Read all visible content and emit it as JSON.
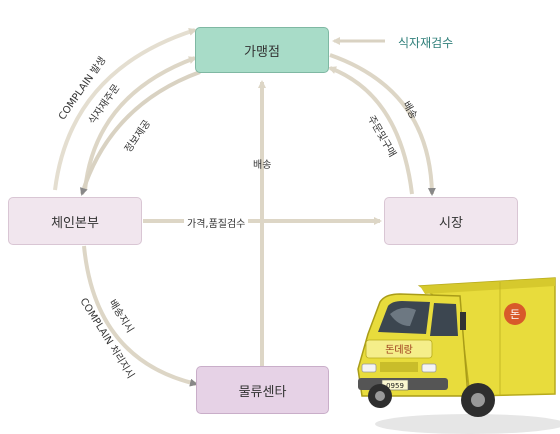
{
  "nodes": {
    "store": "가맹점",
    "hq": "체인본부",
    "market": "시장",
    "logistics": "물류센타"
  },
  "labels": {
    "inspection": "식자재검수",
    "complain_occur": "COMPLAIN 발생",
    "order": "식자재주문",
    "info": "정보제공",
    "delivery_right": "배송",
    "order_purchase": "주문및구매",
    "delivery_center": "배송",
    "price_quality": "가격,품질검수",
    "delivery_instruction": "배송지시",
    "complain_handle": "COMPLAIN 처리지시"
  },
  "truck": {
    "side_logo": "돈",
    "front_logo": "돈데랑",
    "plate": "0959"
  },
  "colors": {
    "store_fill": "#a8dcc8",
    "hq_fill": "#f1e6ee",
    "market_fill": "#f1e6ee",
    "logistics_fill": "#e6d2e6",
    "arrow": "#ddd6c6",
    "arrow_dark": "#777777",
    "inspection_text": "#2f7f7a",
    "truck_yellow": "#e8dc3c"
  }
}
